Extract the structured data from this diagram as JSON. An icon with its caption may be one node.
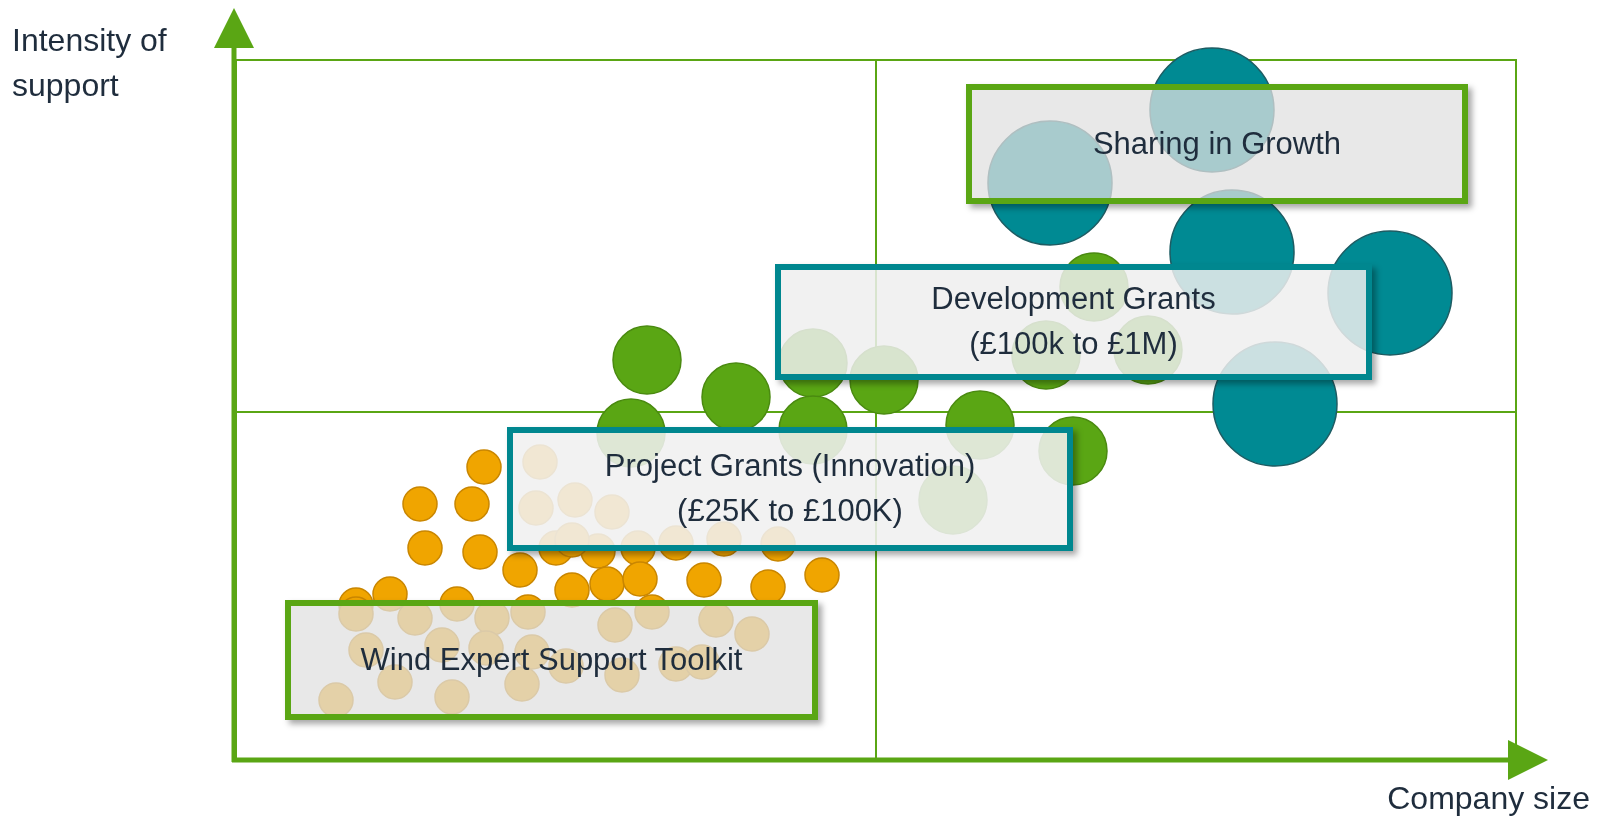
{
  "diagram": {
    "nodes": [
      {
        "text": [
          "Sharing in Growth"
        ]
      },
      {
        "text": [
          "Development Grants (£100k to £1M)"
        ]
      },
      {
        "text": [
          "Project Grants (Innovation) (£25K to £100K)"
        ]
      },
      {
        "text": [
          "Wind Expert Support Toolkit"
        ]
      }
    ],
    "labels": [
      "Intensity of support",
      "Company size"
    ]
  }
}
